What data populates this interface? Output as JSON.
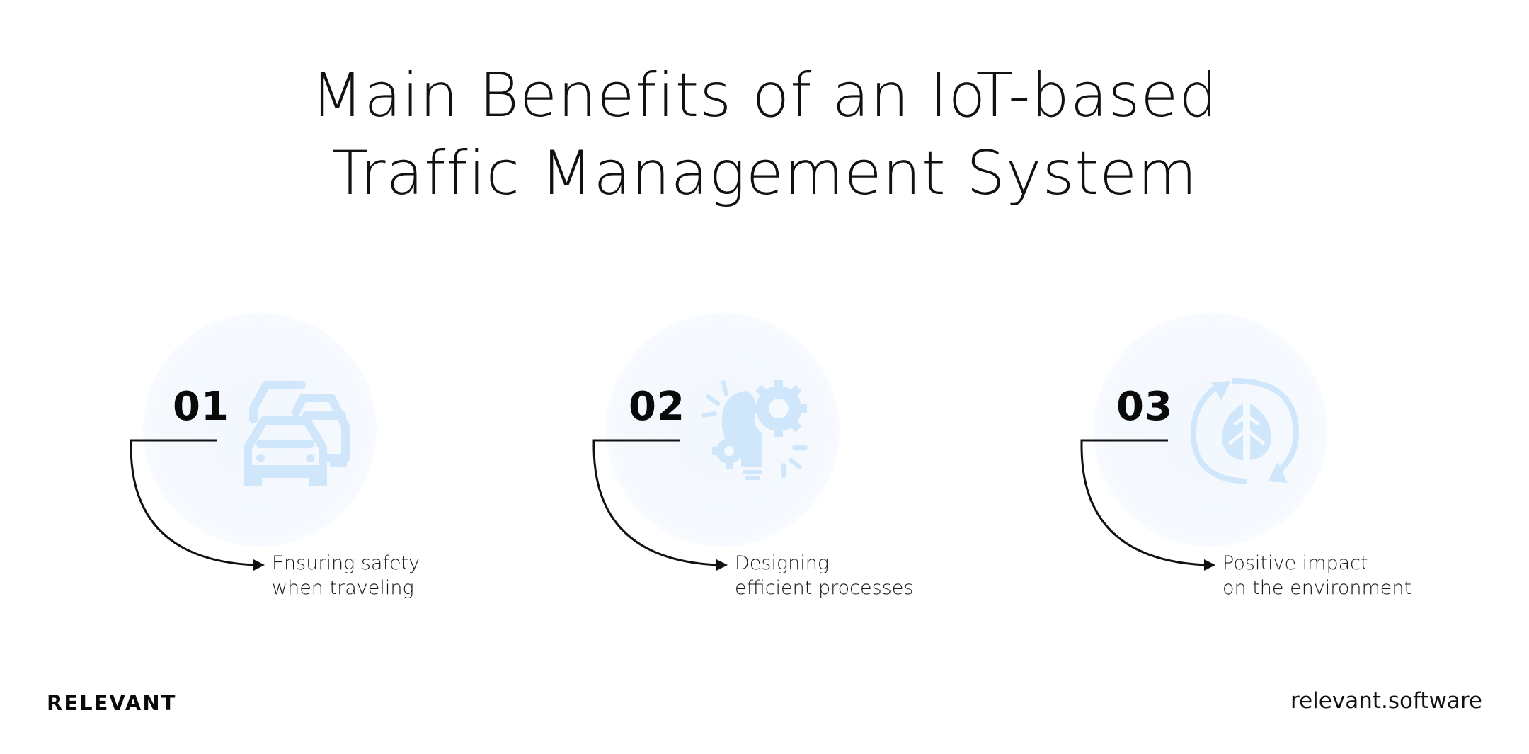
{
  "header": {
    "title_line1": "Main Benefits of an IoT-based",
    "title_line2": "Traffic Management System"
  },
  "benefits": [
    {
      "number": "01",
      "icon": "cars-traffic-icon",
      "caption_line1": "Ensuring safety",
      "caption_line2": "when traveling"
    },
    {
      "number": "02",
      "icon": "lightbulb-gears-icon",
      "caption_line1": "Designing",
      "caption_line2": "efficient processes"
    },
    {
      "number": "03",
      "icon": "eco-leaf-cycle-icon",
      "caption_line1": "Positive impact",
      "caption_line2": "on the environment"
    }
  ],
  "footer": {
    "logo": "RELEVANT",
    "website": "relevant.software"
  },
  "colors": {
    "icon_blue": "#cfe6fb",
    "circle_bg": "#f3f8fe",
    "text": "#111111"
  }
}
